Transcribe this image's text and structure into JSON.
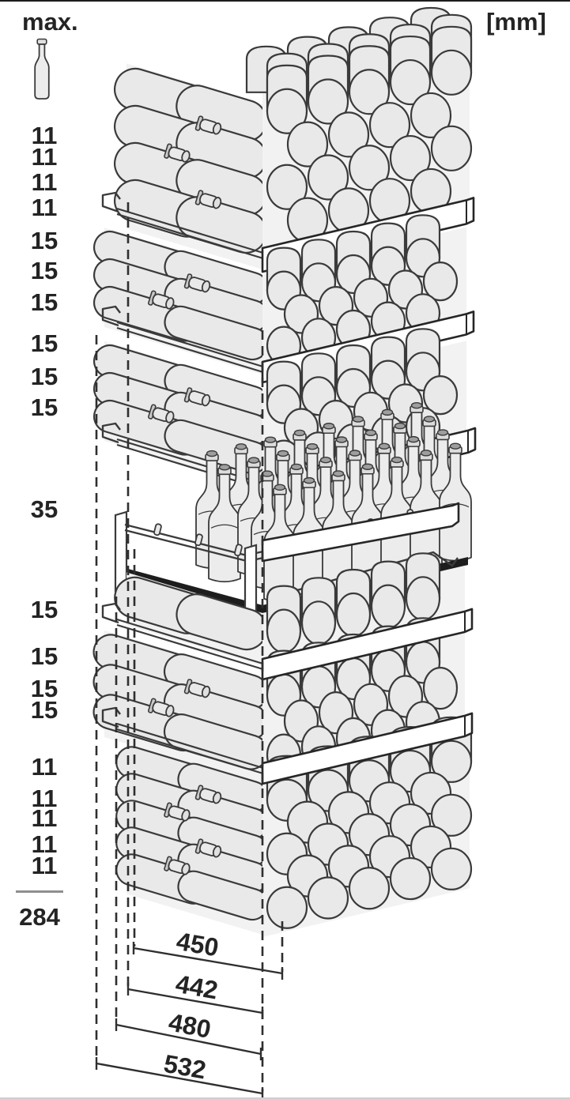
{
  "header": {
    "max_label": "max.",
    "unit_label": "[mm]"
  },
  "capacity_column": {
    "rows": [
      "11",
      "11",
      "11",
      "11",
      "15",
      "15",
      "15",
      "15",
      "15",
      "15",
      "35",
      "15",
      "15",
      "15",
      "15",
      "11",
      "11",
      "11",
      "11",
      "11"
    ],
    "total": "284"
  },
  "dimension_labels": [
    "450",
    "442",
    "480",
    "532"
  ],
  "colors": {
    "outline": "#3a3a3a",
    "bottle_fill": "#e9e9e9",
    "face_fill": "#f2f2f2",
    "board_fill": "#ffffff",
    "board_stroke": "#262626",
    "plate_fill": "#1d1d1d",
    "background": "#ffffff"
  }
}
